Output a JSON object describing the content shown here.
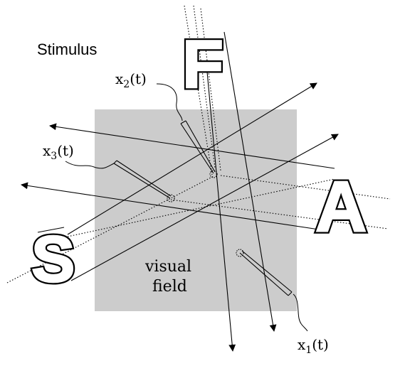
{
  "labels": {
    "stimulus": "Stimulus",
    "visual_line1": "visual",
    "visual_line2": "field",
    "letter_f": "F",
    "letter_a": "A",
    "letter_s": "S",
    "x1": {
      "base": "x",
      "sub": "1",
      "arg": "(t)"
    },
    "x2": {
      "base": "x",
      "sub": "2",
      "arg": "(t)"
    },
    "x3": {
      "base": "x",
      "sub": "3",
      "arg": "(t)"
    }
  },
  "colors": {
    "visual_field_fill": "#cccccc",
    "ink": "#000000",
    "background": "#ffffff"
  }
}
